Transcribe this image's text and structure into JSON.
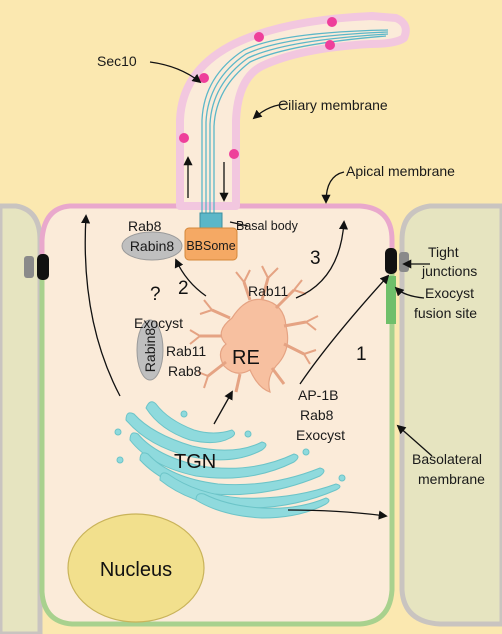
{
  "colors": {
    "background": "#fbe8b0",
    "cytoplasm": "#fbebd9",
    "neighbor_cell": "#e6e4c0",
    "ciliary_membrane": "#f2c7df",
    "apical_membrane": "#e9a8cc",
    "basolateral_membrane": "#a8d18e",
    "sec10_dots": "#ee3f9b",
    "tight_junction": "#111111",
    "exocyst_fusion_site": "#6fbf6a",
    "recycling_endosome": "#f7c0a0",
    "tgn": "#8fdadd",
    "nucleus": "#f2e08d",
    "basal_body": "#5bb7c8",
    "bbsome": "#f5a964",
    "rabin8": "#bfbfbf",
    "rab8_text": "#1f7a2e",
    "rab11_text": "#9a5a4a"
  },
  "labels": {
    "sec10": "Sec10",
    "ciliary_membrane": "Ciliary membrane",
    "apical_membrane": "Apical membrane",
    "basal_body": "Basal body",
    "bbsome": "BBSome",
    "rab8_top": "Rab8",
    "rabin8_top": "Rabin8",
    "tight_junctions_line1": "Tight",
    "tight_junctions_line2": "junctions",
    "exocyst_fusion_line1": "Exocyst",
    "exocyst_fusion_line2": "fusion site",
    "question": "?",
    "step2": "2",
    "step3": "3",
    "step1": "1",
    "rab11_top": "Rab11",
    "exocyst_left": "Exocyst",
    "rabin8_vertical": "Rabin8",
    "rab11_left": "Rab11",
    "rab8_left": "Rab8",
    "re": "RE",
    "ap1b": "AP-1B",
    "rab8_right": "Rab8",
    "exocyst_right": "Exocyst",
    "tgn": "TGN",
    "basolateral_line1": "Basolateral",
    "basolateral_line2": "membrane",
    "nucleus": "Nucleus"
  }
}
